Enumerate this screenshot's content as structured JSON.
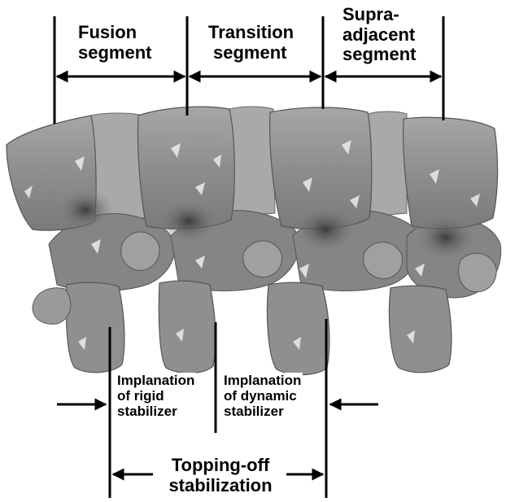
{
  "labels": {
    "fusion": [
      "Fusion",
      "segment"
    ],
    "transition": [
      "Transition",
      "segment"
    ],
    "supra": [
      "Supra-",
      "adjacent",
      "segment"
    ],
    "rigid": [
      "Implanation",
      "of rigid",
      "stabilizer"
    ],
    "dynamic": [
      "Implanation",
      "of dynamic",
      "stabilizer"
    ],
    "topping": [
      "Topping-off",
      "stabilization"
    ]
  },
  "colors": {
    "bone": "#8c8c8c",
    "bone_light": "#b4b4b4",
    "bone_dark": "#555555",
    "highlight": "#ececec",
    "line": "#000000",
    "background": "#ffffff"
  }
}
